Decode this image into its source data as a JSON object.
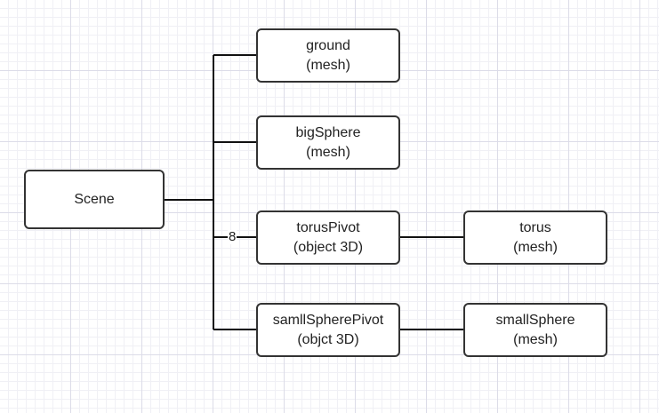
{
  "diagram": {
    "nodes": {
      "scene": {
        "name": "Scene"
      },
      "ground": {
        "name": "ground",
        "type": "(mesh)"
      },
      "big_sphere": {
        "name": "bigSphere",
        "type": "(mesh)"
      },
      "torus_pivot": {
        "name": "torusPivot",
        "type": "(object 3D)"
      },
      "torus": {
        "name": "torus",
        "type": "(mesh)"
      },
      "small_sphere_pivot": {
        "name": "samllSpherePivot",
        "type": "(objct 3D)"
      },
      "small_sphere": {
        "name": "smallSphere",
        "type": "(mesh)"
      }
    },
    "edges": [
      {
        "from": "Scene",
        "to": "ground"
      },
      {
        "from": "Scene",
        "to": "bigSphere"
      },
      {
        "from": "Scene",
        "to": "torusPivot",
        "label": "8"
      },
      {
        "from": "Scene",
        "to": "samllSpherePivot"
      },
      {
        "from": "torusPivot",
        "to": "torus"
      },
      {
        "from": "samllSpherePivot",
        "to": "smallSphere"
      }
    ],
    "colors": {
      "stroke": "#333333",
      "node_fill": "#ffffff",
      "grid": "#dcdce8"
    }
  }
}
